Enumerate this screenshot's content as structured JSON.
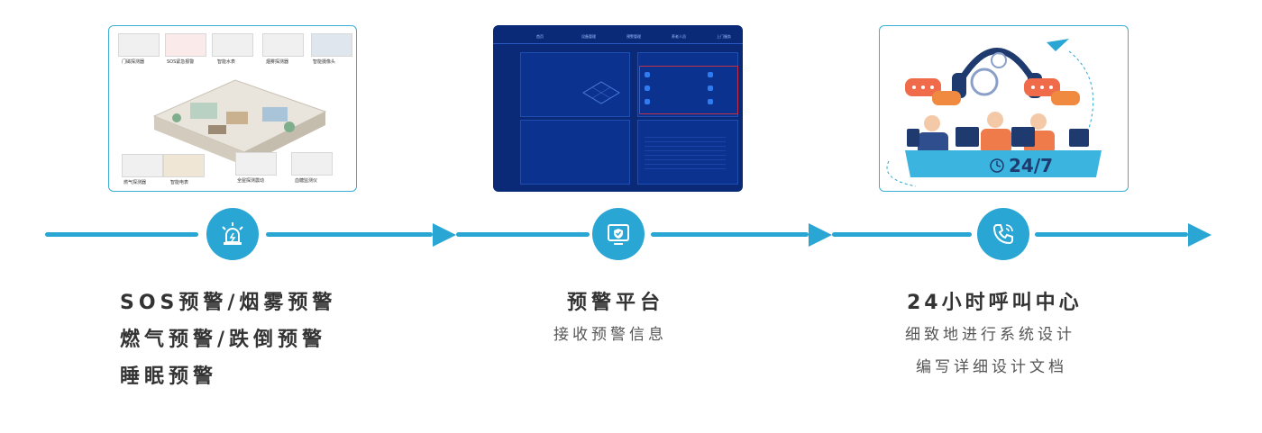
{
  "stages": [
    {
      "title_lines": [
        "SOS预警/烟雾预警",
        "燃气预警/跌倒预警",
        "睡眠预警"
      ],
      "icon": "alarm-light-icon",
      "devices": [
        "门磁探测器",
        "SOS紧急报警",
        "智能水表",
        "烟雾探测器",
        "智能摄像头",
        "燃气探测器",
        "智能电表",
        "全屋探测震动",
        "血糖监测仪"
      ]
    },
    {
      "title": "预警平台",
      "subtitle": "接收预警信息",
      "icon": "shield-monitor-icon",
      "dashboard_tabs": [
        "首页",
        "设备管理",
        "预警管理",
        "养老人员",
        "上门服务"
      ]
    },
    {
      "title": "24小时呼叫中心",
      "subtitle_lines": [
        "细致地进行系统设计",
        "编写详细设计文档"
      ],
      "icon": "phone-icon",
      "badge": "24/7"
    }
  ],
  "colors": {
    "accent": "#2aa6d4",
    "text": "#333333",
    "subtext": "#555555"
  }
}
